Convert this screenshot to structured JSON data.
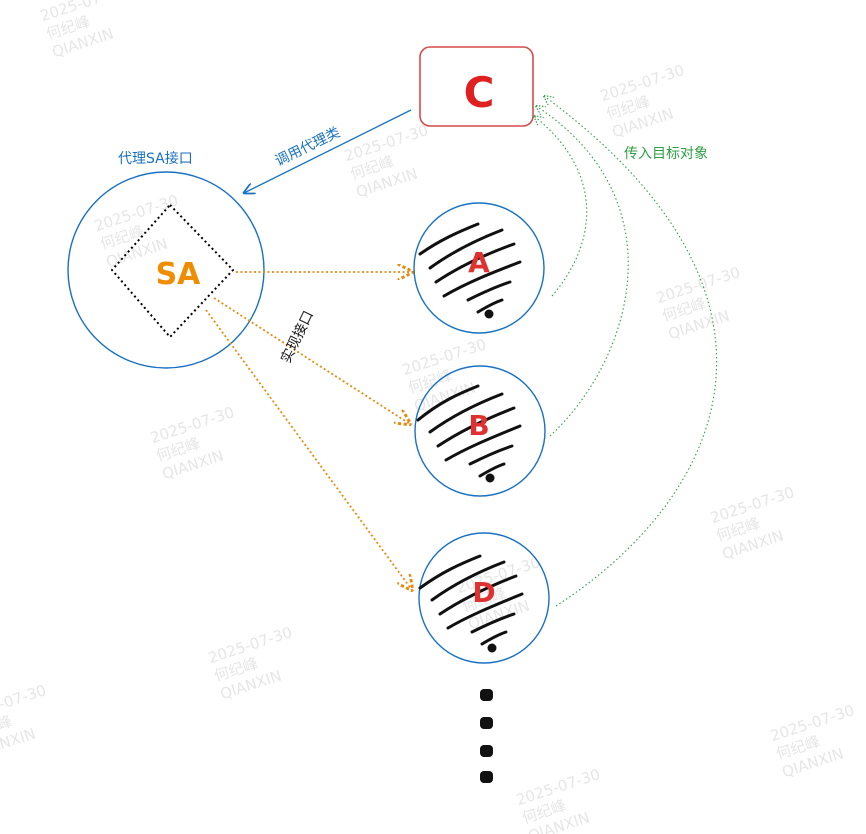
{
  "nodes": {
    "client": "C",
    "proxy": "SA",
    "target_a": "A",
    "target_b": "B",
    "target_d": "D"
  },
  "labels": {
    "proxy_interface": "代理SA接口",
    "call_proxy": "调用代理类",
    "implement_interface": "实现接口",
    "pass_target": "传入目标对象"
  },
  "watermark": {
    "date": "2025-07-30",
    "name": "何纪峰",
    "org": "QIANXIN"
  },
  "colors": {
    "client_border": "#d84a4a",
    "client_text": "#e02020",
    "proxy_text": "#f08c00",
    "target_text": "#e03131",
    "circle_stroke": "#1971c2",
    "call_arrow": "#1971c2",
    "implement_arrow": "#e8890c",
    "pass_arrow": "#2f9e44"
  }
}
